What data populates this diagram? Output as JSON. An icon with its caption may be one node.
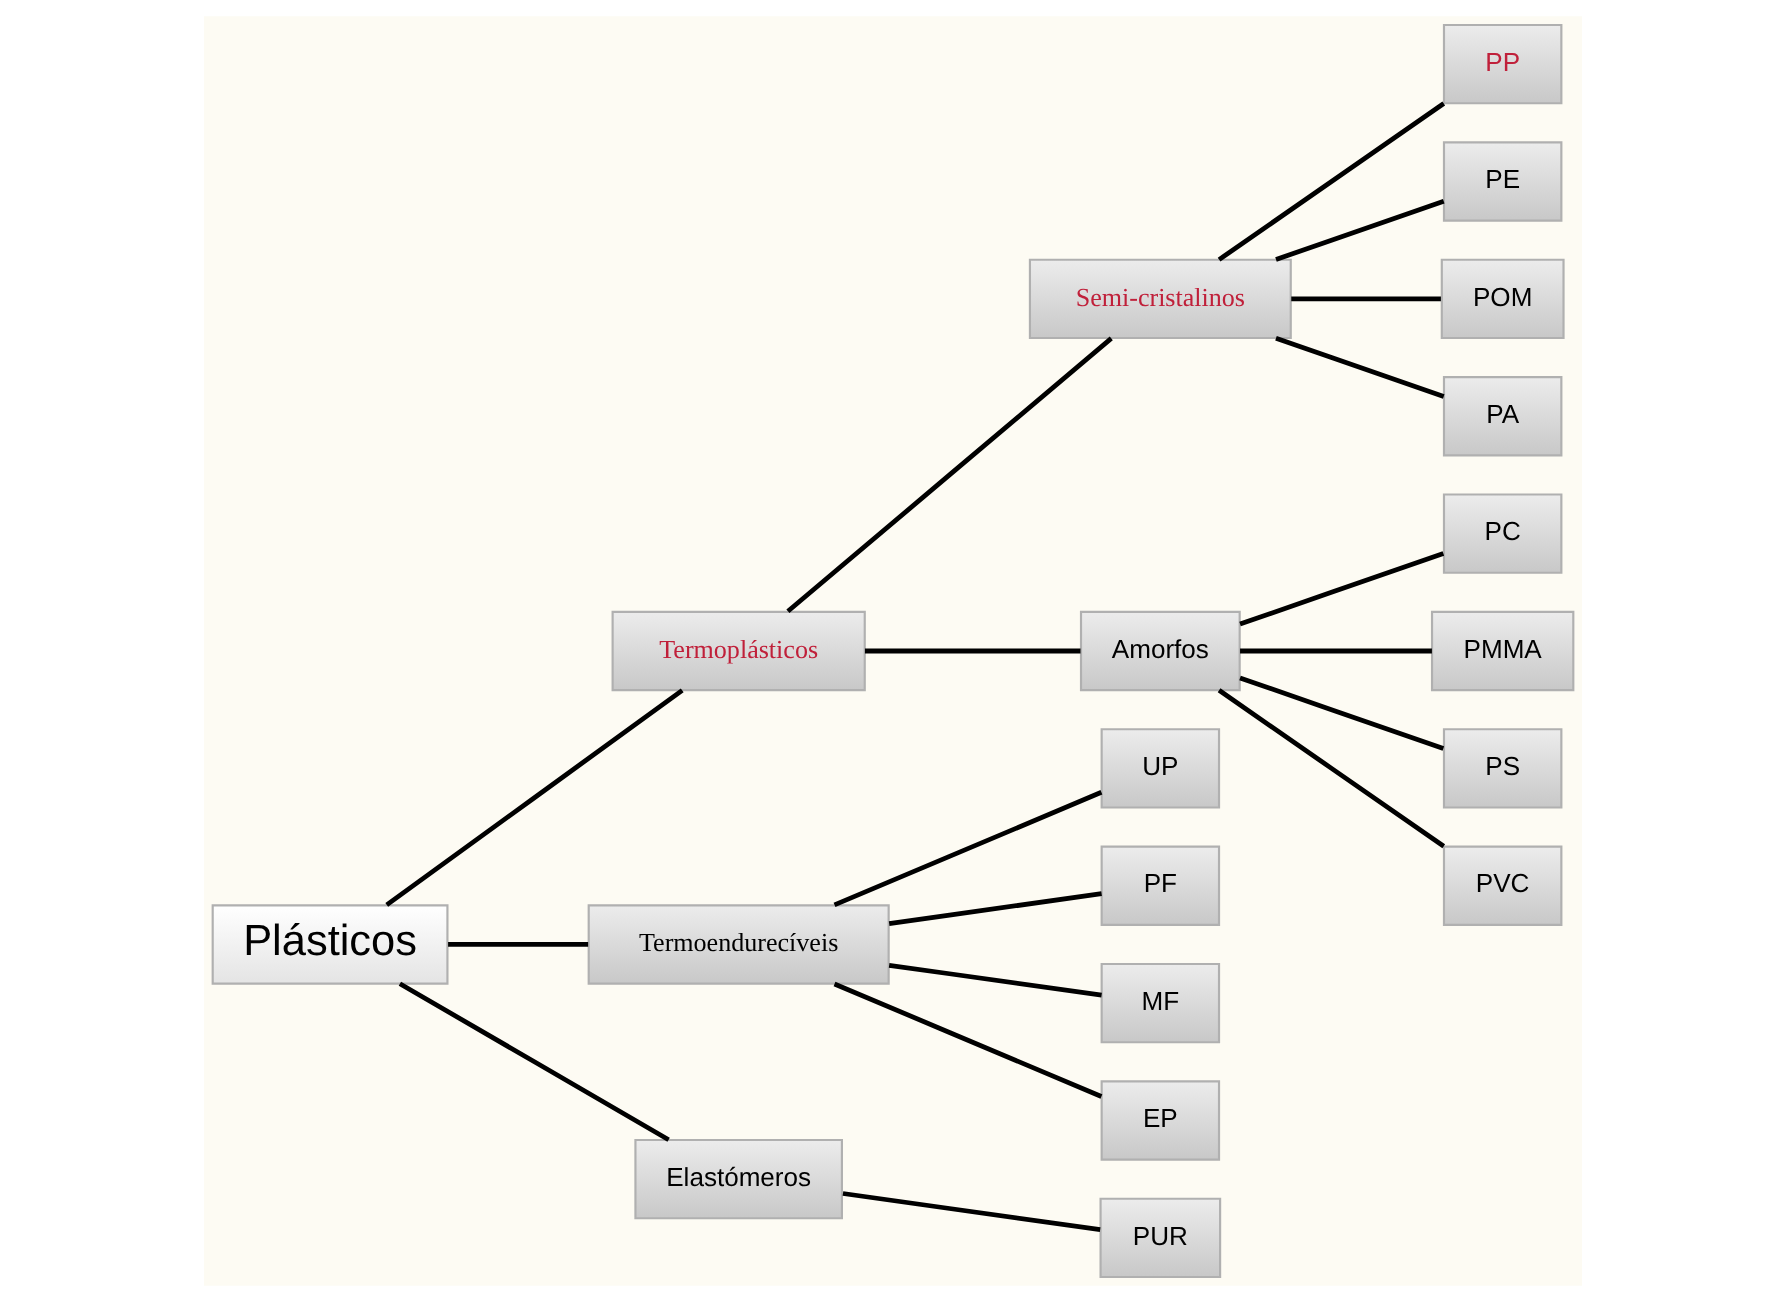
{
  "diagram": {
    "nodes": [
      {
        "text": [
          "Plásticos"
        ]
      },
      {
        "text": [
          "Termoplásticos"
        ]
      },
      {
        "text": [
          "Termoendurecíveis"
        ]
      },
      {
        "text": [
          "Elastómeros"
        ]
      },
      {
        "text": [
          "Semi-cristalinos"
        ]
      },
      {
        "text": [
          "Amorfos"
        ]
      },
      {
        "text": [
          "PP"
        ]
      },
      {
        "text": [
          "PE"
        ]
      },
      {
        "text": [
          "POM"
        ]
      },
      {
        "text": [
          "PA"
        ]
      },
      {
        "text": [
          "PC"
        ]
      },
      {
        "text": [
          "PMMA"
        ]
      },
      {
        "text": [
          "PS"
        ]
      },
      {
        "text": [
          "PVC"
        ]
      },
      {
        "text": [
          "UP"
        ]
      },
      {
        "text": [
          "PF"
        ]
      },
      {
        "text": [
          "MF"
        ]
      },
      {
        "text": [
          "EP"
        ]
      },
      {
        "text": [
          "PUR"
        ]
      }
    ],
    "edges": [
      {
        "from": 0,
        "to": 1,
        "arrow": "none"
      },
      {
        "from": 0,
        "to": 2,
        "arrow": "none"
      },
      {
        "from": 0,
        "to": 3,
        "arrow": "none"
      },
      {
        "from": 1,
        "to": 4,
        "arrow": "none"
      },
      {
        "from": 1,
        "to": 5,
        "arrow": "none"
      },
      {
        "from": 4,
        "to": 6,
        "arrow": "none"
      },
      {
        "from": 4,
        "to": 7,
        "arrow": "none"
      },
      {
        "from": 4,
        "to": 8,
        "arrow": "none"
      },
      {
        "from": 4,
        "to": 9,
        "arrow": "none"
      },
      {
        "from": 5,
        "to": 10,
        "arrow": "none"
      },
      {
        "from": 5,
        "to": 11,
        "arrow": "none"
      },
      {
        "from": 5,
        "to": 12,
        "arrow": "none"
      },
      {
        "from": 5,
        "to": 13,
        "arrow": "none"
      },
      {
        "from": 2,
        "to": 14,
        "arrow": "none"
      },
      {
        "from": 2,
        "to": 15,
        "arrow": "none"
      },
      {
        "from": 2,
        "to": 16,
        "arrow": "none"
      },
      {
        "from": 2,
        "to": 17,
        "arrow": "none"
      },
      {
        "from": 3,
        "to": 18,
        "arrow": "none"
      }
    ]
  }
}
